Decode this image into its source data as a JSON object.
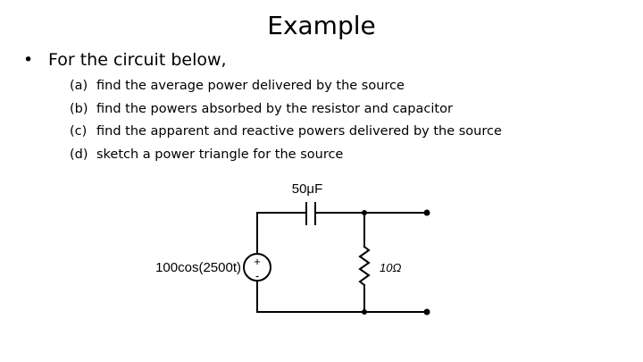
{
  "slide": {
    "title": "Example",
    "bullet_symbol": "•",
    "bullet_text": "For the circuit below,",
    "items": [
      {
        "marker": "(a)",
        "text": "find the average power delivered by the source"
      },
      {
        "marker": "(b)",
        "text": "find the powers absorbed by the resistor and capacitor"
      },
      {
        "marker": "(c)",
        "text": "find the apparent and reactive powers delivered by the source"
      },
      {
        "marker": "(d)",
        "text": "sketch a power triangle for the source"
      }
    ]
  },
  "circuit": {
    "capacitor_label": "50μF",
    "source_label": "100cos(2500t)",
    "source_plus": "+",
    "source_minus": "-",
    "resistor_label": "10Ω"
  }
}
